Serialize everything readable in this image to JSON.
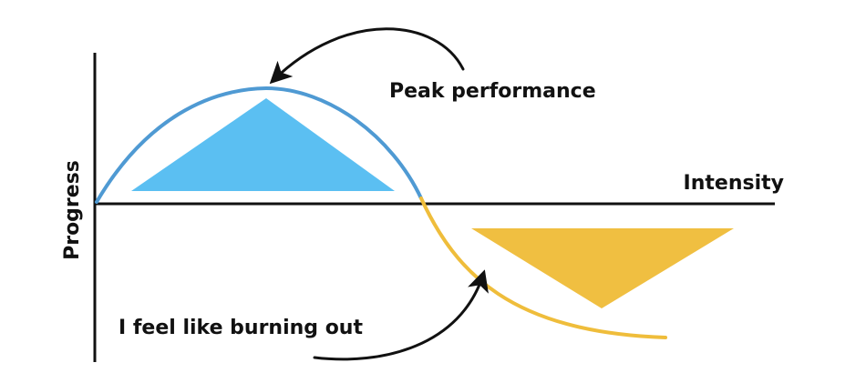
{
  "labels": {
    "y_axis": "Progress",
    "x_axis": "Intensity",
    "peak": "Peak performance",
    "burnout": "I feel like burning out"
  },
  "colors": {
    "axis": "#111111",
    "blue_curve": "#4f9ad3",
    "blue_fill": "#5bbff2",
    "yellow_curve": "#efbd3b",
    "yellow_fill": "#f0bf41",
    "arrow": "#111111"
  }
}
